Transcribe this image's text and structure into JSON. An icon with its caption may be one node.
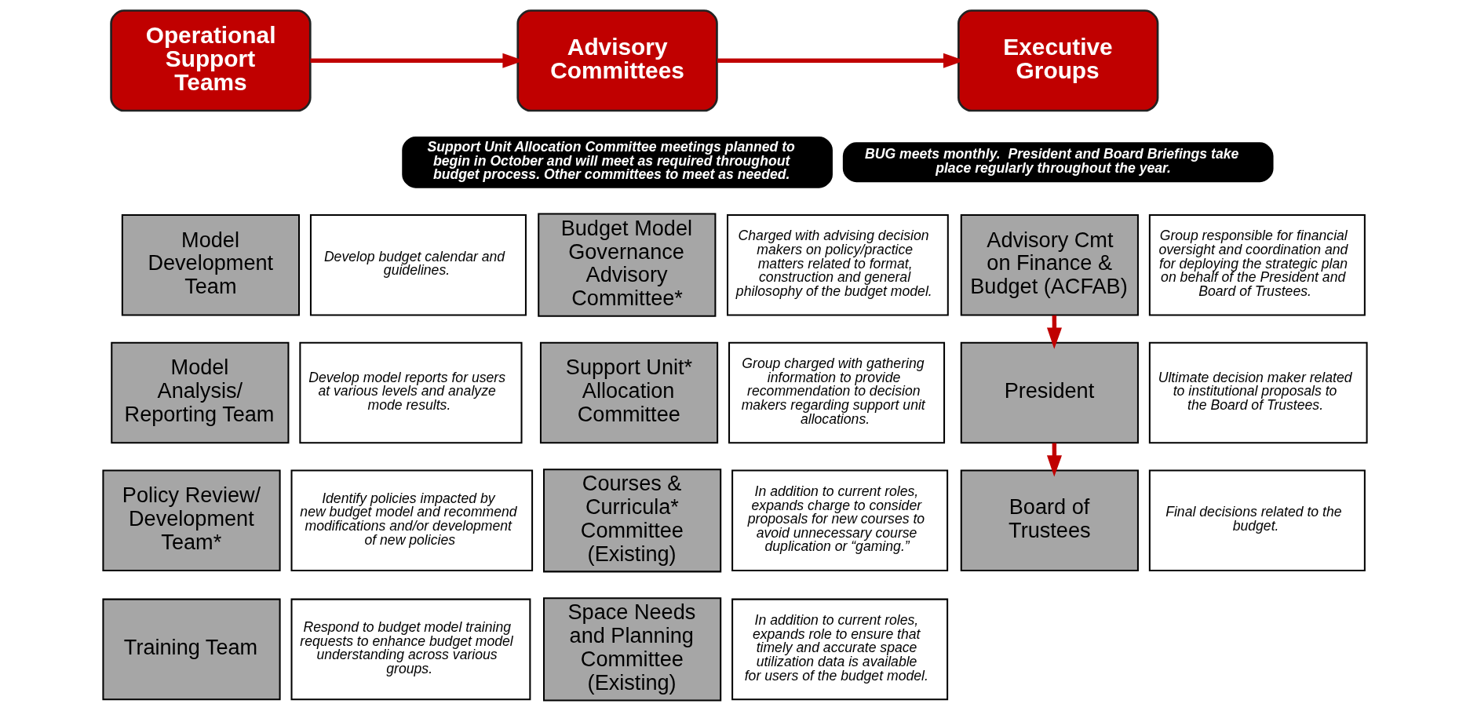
{
  "diagram": {
    "nodes": [
      {
        "text": [
          "Operational Support Teams"
        ]
      },
      {
        "text": [
          "Advisory Committees"
        ]
      },
      {
        "text": [
          "Executive Groups"
        ]
      },
      {
        "text": [
          "Support Unit Allocation Committee meetings planned to begin in October and will meet as required throughout budget process. Other committees to meet as needed."
        ]
      },
      {
        "text": [
          "BUG meets monthly.  President and Board Briefings take place regularly throughout the year."
        ]
      },
      {
        "text": [
          "Model Development Team"
        ]
      },
      {
        "text": [
          "Develop budget calendar and guidelines."
        ]
      },
      {
        "text": [
          "Model Analysis/ Reporting Team"
        ]
      },
      {
        "text": [
          "Develop model reports for users at various levels and analyze mode results."
        ]
      },
      {
        "text": [
          "Policy Review/ Development Team*"
        ]
      },
      {
        "text": [
          "Identify policies impacted by new budget model and recommend modifications and/or development of new policies"
        ]
      },
      {
        "text": [
          "Training Team"
        ]
      },
      {
        "text": [
          "Respond to budget model training requests to enhance budget model understanding across various groups."
        ]
      },
      {
        "text": [
          "Budget Model Governance Advisory Committee*"
        ]
      },
      {
        "text": [
          "Charged with advising decision makers on policy/practice matters related to format, construction and general philosophy of the budget model."
        ]
      },
      {
        "text": [
          "Support Unit* Allocation Committee"
        ]
      },
      {
        "text": [
          "Group charged with gathering information to provide recommendation to decision makers regarding support unit allocations."
        ]
      },
      {
        "text": [
          "Courses & Curricula* Committee (Existing)"
        ]
      },
      {
        "text": [
          "In addition to current roles, expands charge to consider proposals for new courses to avoid unnecessary course duplication or “gaming.”"
        ]
      },
      {
        "text": [
          "Space Needs and Planning Committee (Existing)"
        ]
      },
      {
        "text": [
          "In addition to current roles, expands role to ensure that timely and accurate space utilization data is available for users of the budget model."
        ]
      },
      {
        "text": [
          "Advisory Cmt on Finance & Budget (ACFAB)"
        ]
      },
      {
        "text": [
          "Group responsible for financial oversight and coordination and for deploying the strategic plan on behalf of the President and Board of Trustees."
        ]
      },
      {
        "text": [
          "President"
        ]
      },
      {
        "text": [
          "Ultimate decision maker related to institutional proposals to the Board of Trustees."
        ]
      },
      {
        "text": [
          "Board of Trustees"
        ]
      },
      {
        "text": [
          "Final decisions related to the budget."
        ]
      }
    ],
    "edges": [
      {
        "from": 0,
        "to": 1,
        "arrow": "to"
      },
      {
        "from": 1,
        "to": 2,
        "arrow": "to"
      },
      {
        "from": 21,
        "to": 23,
        "arrow": "to"
      },
      {
        "from": 23,
        "to": 25,
        "arrow": "to"
      }
    ]
  }
}
